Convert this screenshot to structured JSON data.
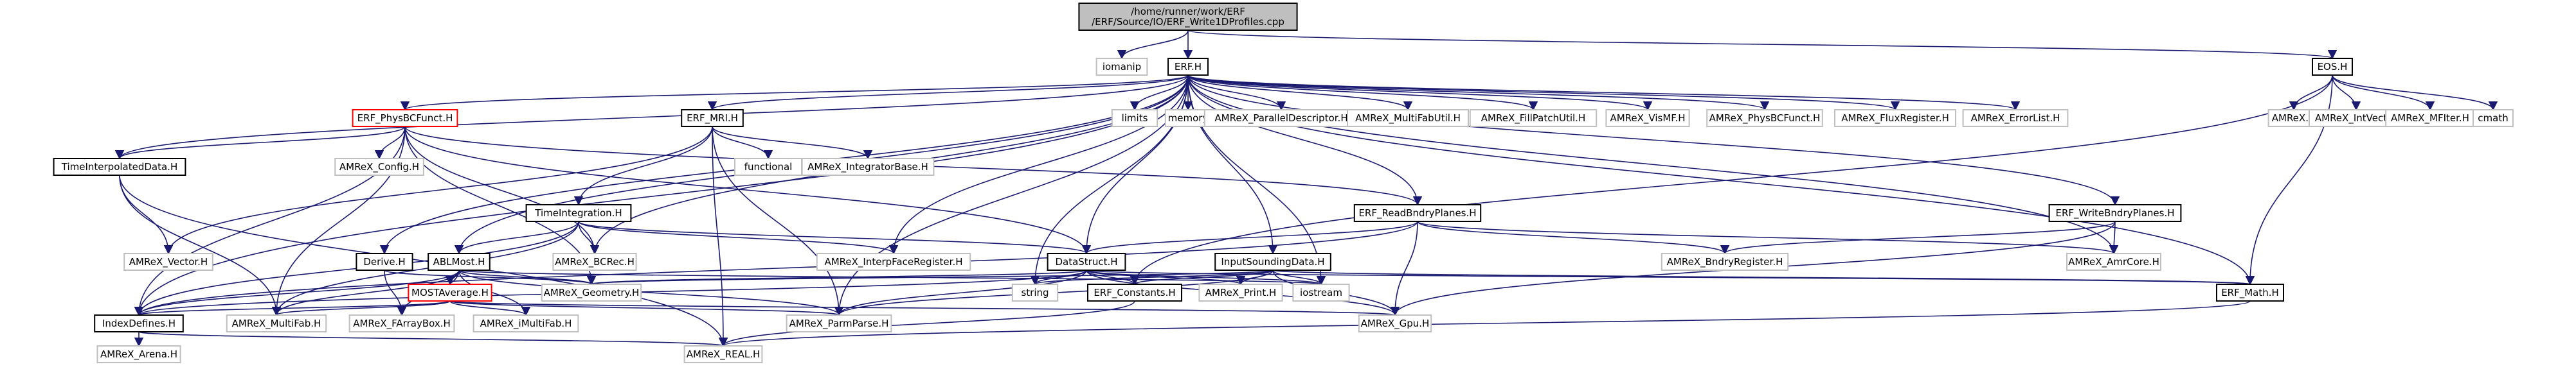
{
  "colors": {
    "edge": "#191970",
    "root_fill": "#bfbfbf",
    "node_border": "#000000",
    "external_border": "#bfbfbf",
    "truncated_border": "#ff0000",
    "text": "#000000"
  },
  "nodes": [
    {
      "id": "root",
      "lines": [
        "/home/runner/work/ERF",
        "/ERF/Source/IO/ERF_Write1DProfiles.cpp"
      ],
      "kind": "root"
    },
    {
      "id": "iomanip",
      "lines": [
        "iomanip"
      ],
      "kind": "external"
    },
    {
      "id": "erf_h",
      "lines": [
        "ERF.H"
      ],
      "kind": "normal"
    },
    {
      "id": "eos_h",
      "lines": [
        "EOS.H"
      ],
      "kind": "normal"
    },
    {
      "id": "amrex_h",
      "lines": [
        "AMReX.H"
      ],
      "kind": "external"
    },
    {
      "id": "amrex_intvect",
      "lines": [
        "AMReX_IntVect.H"
      ],
      "kind": "external"
    },
    {
      "id": "amrex_mfiter",
      "lines": [
        "AMReX_MFIter.H"
      ],
      "kind": "external"
    },
    {
      "id": "cmath",
      "lines": [
        "cmath"
      ],
      "kind": "external"
    },
    {
      "id": "physbc_funct",
      "lines": [
        "ERF_PhysBCFunct.H"
      ],
      "kind": "truncated"
    },
    {
      "id": "erf_mri",
      "lines": [
        "ERF_MRI.H"
      ],
      "kind": "normal"
    },
    {
      "id": "limits",
      "lines": [
        "limits"
      ],
      "kind": "external"
    },
    {
      "id": "memory",
      "lines": [
        "memory"
      ],
      "kind": "external"
    },
    {
      "id": "amrex_pardesc",
      "lines": [
        "AMReX_ParallelDescriptor.H"
      ],
      "kind": "external"
    },
    {
      "id": "amrex_mfutil",
      "lines": [
        "AMReX_MultiFabUtil.H"
      ],
      "kind": "external"
    },
    {
      "id": "amrex_fillpatch",
      "lines": [
        "AMReX_FillPatchUtil.H"
      ],
      "kind": "external"
    },
    {
      "id": "amrex_vismf",
      "lines": [
        "AMReX_VisMF.H"
      ],
      "kind": "external"
    },
    {
      "id": "amrex_physbc",
      "lines": [
        "AMReX_PhysBCFunct.H"
      ],
      "kind": "external"
    },
    {
      "id": "amrex_fluxreg",
      "lines": [
        "AMReX_FluxRegister.H"
      ],
      "kind": "external"
    },
    {
      "id": "amrex_errlist",
      "lines": [
        "AMReX_ErrorList.H"
      ],
      "kind": "external"
    },
    {
      "id": "amrex_config",
      "lines": [
        "AMReX_Config.H"
      ],
      "kind": "external"
    },
    {
      "id": "timeinterp",
      "lines": [
        "TimeInterpolatedData.H"
      ],
      "kind": "normal"
    },
    {
      "id": "timeintegration",
      "lines": [
        "TimeIntegration.H"
      ],
      "kind": "normal"
    },
    {
      "id": "functional",
      "lines": [
        "functional"
      ],
      "kind": "external"
    },
    {
      "id": "amrex_intbase",
      "lines": [
        "AMReX_IntegratorBase.H"
      ],
      "kind": "external"
    },
    {
      "id": "readbndry",
      "lines": [
        "ERF_ReadBndryPlanes.H"
      ],
      "kind": "normal"
    },
    {
      "id": "writebndry",
      "lines": [
        "ERF_WriteBndryPlanes.H"
      ],
      "kind": "normal"
    },
    {
      "id": "amrex_vector",
      "lines": [
        "AMReX_Vector.H"
      ],
      "kind": "external"
    },
    {
      "id": "derive_h",
      "lines": [
        "Derive.H"
      ],
      "kind": "normal"
    },
    {
      "id": "amrex_bcrec",
      "lines": [
        "AMReX_BCRec.H"
      ],
      "kind": "external"
    },
    {
      "id": "amrex_interpreg",
      "lines": [
        "AMReX_InterpFaceRegister.H"
      ],
      "kind": "external"
    },
    {
      "id": "datastruct",
      "lines": [
        "DataStruct.H"
      ],
      "kind": "normal"
    },
    {
      "id": "inputsounding",
      "lines": [
        "InputSoundingData.H"
      ],
      "kind": "normal"
    },
    {
      "id": "amrex_bndryreg",
      "lines": [
        "AMReX_BndryRegister.H"
      ],
      "kind": "external"
    },
    {
      "id": "amrex_amrcore",
      "lines": [
        "AMReX_AmrCore.H"
      ],
      "kind": "external"
    },
    {
      "id": "ablmost",
      "lines": [
        "ABLMost.H"
      ],
      "kind": "normal"
    },
    {
      "id": "most_avg",
      "lines": [
        "MOSTAverage.H"
      ],
      "kind": "truncated"
    },
    {
      "id": "amrex_geometry",
      "lines": [
        "AMReX_Geometry.H"
      ],
      "kind": "external"
    },
    {
      "id": "string",
      "lines": [
        "string"
      ],
      "kind": "external"
    },
    {
      "id": "erf_constants",
      "lines": [
        "ERF_Constants.H"
      ],
      "kind": "normal"
    },
    {
      "id": "amrex_print",
      "lines": [
        "AMReX_Print.H"
      ],
      "kind": "external"
    },
    {
      "id": "iostream",
      "lines": [
        "iostream"
      ],
      "kind": "external"
    },
    {
      "id": "erf_math",
      "lines": [
        "ERF_Math.H"
      ],
      "kind": "normal"
    },
    {
      "id": "indexdefines",
      "lines": [
        "IndexDefines.H"
      ],
      "kind": "normal"
    },
    {
      "id": "amrex_multifab",
      "lines": [
        "AMReX_MultiFab.H"
      ],
      "kind": "external"
    },
    {
      "id": "amrex_farraybox",
      "lines": [
        "AMReX_FArrayBox.H"
      ],
      "kind": "external"
    },
    {
      "id": "amrex_imultifab",
      "lines": [
        "AMReX_iMultiFab.H"
      ],
      "kind": "external"
    },
    {
      "id": "amrex_parmparse",
      "lines": [
        "AMReX_ParmParse.H"
      ],
      "kind": "external"
    },
    {
      "id": "amrex_gpu",
      "lines": [
        "AMReX_Gpu.H"
      ],
      "kind": "external"
    },
    {
      "id": "amrex_arena",
      "lines": [
        "AMReX_Arena.H"
      ],
      "kind": "external"
    },
    {
      "id": "amrex_real",
      "lines": [
        "AMReX_REAL.H"
      ],
      "kind": "external"
    }
  ],
  "edges": [
    [
      "root",
      "iomanip"
    ],
    [
      "root",
      "erf_h"
    ],
    [
      "root",
      "eos_h"
    ],
    [
      "eos_h",
      "amrex_h"
    ],
    [
      "eos_h",
      "amrex_intvect"
    ],
    [
      "eos_h",
      "amrex_mfiter"
    ],
    [
      "eos_h",
      "cmath"
    ],
    [
      "eos_h",
      "erf_constants"
    ],
    [
      "eos_h",
      "erf_math"
    ],
    [
      "erf_h",
      "physbc_funct"
    ],
    [
      "erf_h",
      "erf_mri"
    ],
    [
      "erf_h",
      "limits"
    ],
    [
      "erf_h",
      "memory"
    ],
    [
      "erf_h",
      "amrex_pardesc"
    ],
    [
      "erf_h",
      "amrex_mfutil"
    ],
    [
      "erf_h",
      "amrex_fillpatch"
    ],
    [
      "erf_h",
      "amrex_vismf"
    ],
    [
      "erf_h",
      "amrex_physbc"
    ],
    [
      "erf_h",
      "amrex_fluxreg"
    ],
    [
      "erf_h",
      "amrex_errlist"
    ],
    [
      "erf_h",
      "timeinterp"
    ],
    [
      "erf_h",
      "readbndry"
    ],
    [
      "erf_h",
      "writebndry"
    ],
    [
      "erf_h",
      "datastruct"
    ],
    [
      "erf_h",
      "inputsounding"
    ],
    [
      "erf_h",
      "derive_h"
    ],
    [
      "erf_h",
      "ablmost"
    ],
    [
      "erf_h",
      "amrex_bcrec"
    ],
    [
      "erf_h",
      "amrex_interpreg"
    ],
    [
      "erf_h",
      "string"
    ],
    [
      "erf_h",
      "amrex_amrcore"
    ],
    [
      "erf_h",
      "amrex_parmparse"
    ],
    [
      "erf_h",
      "indexdefines"
    ],
    [
      "erf_h",
      "erf_math"
    ],
    [
      "erf_h",
      "iostream"
    ],
    [
      "physbc_funct",
      "amrex_config"
    ],
    [
      "physbc_funct",
      "timeinterp"
    ],
    [
      "physbc_funct",
      "indexdefines"
    ],
    [
      "physbc_funct",
      "readbndry"
    ],
    [
      "physbc_funct",
      "amrex_bcrec"
    ],
    [
      "physbc_funct",
      "amrex_geometry"
    ],
    [
      "physbc_funct",
      "amrex_multifab"
    ],
    [
      "physbc_funct",
      "datastruct"
    ],
    [
      "erf_mri",
      "timeintegration"
    ],
    [
      "erf_mri",
      "functional"
    ],
    [
      "erf_mri",
      "amrex_intbase"
    ],
    [
      "erf_mri",
      "amrex_real"
    ],
    [
      "erf_mri",
      "amrex_vector"
    ],
    [
      "erf_mri",
      "amrex_parmparse"
    ],
    [
      "timeinterp",
      "amrex_vector"
    ],
    [
      "timeinterp",
      "amrex_multifab"
    ],
    [
      "timeinterp",
      "amrex_real"
    ],
    [
      "timeintegration",
      "amrex_bcrec"
    ],
    [
      "timeintegration",
      "amrex_interpreg"
    ],
    [
      "timeintegration",
      "datastruct"
    ],
    [
      "timeintegration",
      "ablmost"
    ],
    [
      "timeintegration",
      "amrex_multifab"
    ],
    [
      "timeintegration",
      "indexdefines"
    ],
    [
      "readbndry",
      "datastruct"
    ],
    [
      "readbndry",
      "amrex_bndryreg"
    ],
    [
      "readbndry",
      "amrex_amrcore"
    ],
    [
      "readbndry",
      "amrex_gpu"
    ],
    [
      "readbndry",
      "indexdefines"
    ],
    [
      "writebndry",
      "amrex_bndryreg"
    ],
    [
      "writebndry",
      "amrex_amrcore"
    ],
    [
      "writebndry",
      "amrex_gpu"
    ],
    [
      "datastruct",
      "string"
    ],
    [
      "datastruct",
      "iostream"
    ],
    [
      "datastruct",
      "amrex_print"
    ],
    [
      "datastruct",
      "erf_constants"
    ],
    [
      "datastruct",
      "amrex_parmparse"
    ],
    [
      "datastruct",
      "amrex_geometry"
    ],
    [
      "datastruct",
      "amrex_gpu"
    ],
    [
      "datastruct",
      "indexdefines"
    ],
    [
      "datastruct",
      "erf_math"
    ],
    [
      "inputsounding",
      "string"
    ],
    [
      "inputsounding",
      "iostream"
    ],
    [
      "inputsounding",
      "amrex_print"
    ],
    [
      "inputsounding",
      "erf_constants"
    ],
    [
      "inputsounding",
      "amrex_parmparse"
    ],
    [
      "inputsounding",
      "amrex_gpu"
    ],
    [
      "inputsounding",
      "amrex_geometry"
    ],
    [
      "inputsounding",
      "erf_math"
    ],
    [
      "derive_h",
      "amrex_farraybox"
    ],
    [
      "derive_h",
      "amrex_geometry"
    ],
    [
      "ablmost",
      "most_avg"
    ],
    [
      "ablmost",
      "amrex_geometry"
    ],
    [
      "ablmost",
      "amrex_multifab"
    ],
    [
      "ablmost",
      "amrex_farraybox"
    ],
    [
      "ablmost",
      "amrex_imultifab"
    ],
    [
      "ablmost",
      "amrex_parmparse"
    ],
    [
      "ablmost",
      "indexdefines"
    ],
    [
      "ablmost",
      "iostream"
    ],
    [
      "most_avg",
      "amrex_multifab"
    ],
    [
      "most_avg",
      "amrex_imultifab"
    ],
    [
      "most_avg",
      "amrex_parmparse"
    ],
    [
      "most_avg",
      "amrex_gpu"
    ],
    [
      "most_avg",
      "indexdefines"
    ],
    [
      "erf_constants",
      "amrex_real"
    ],
    [
      "erf_math",
      "amrex_real"
    ],
    [
      "indexdefines",
      "amrex_arena"
    ],
    [
      "indexdefines",
      "amrex_real"
    ]
  ]
}
